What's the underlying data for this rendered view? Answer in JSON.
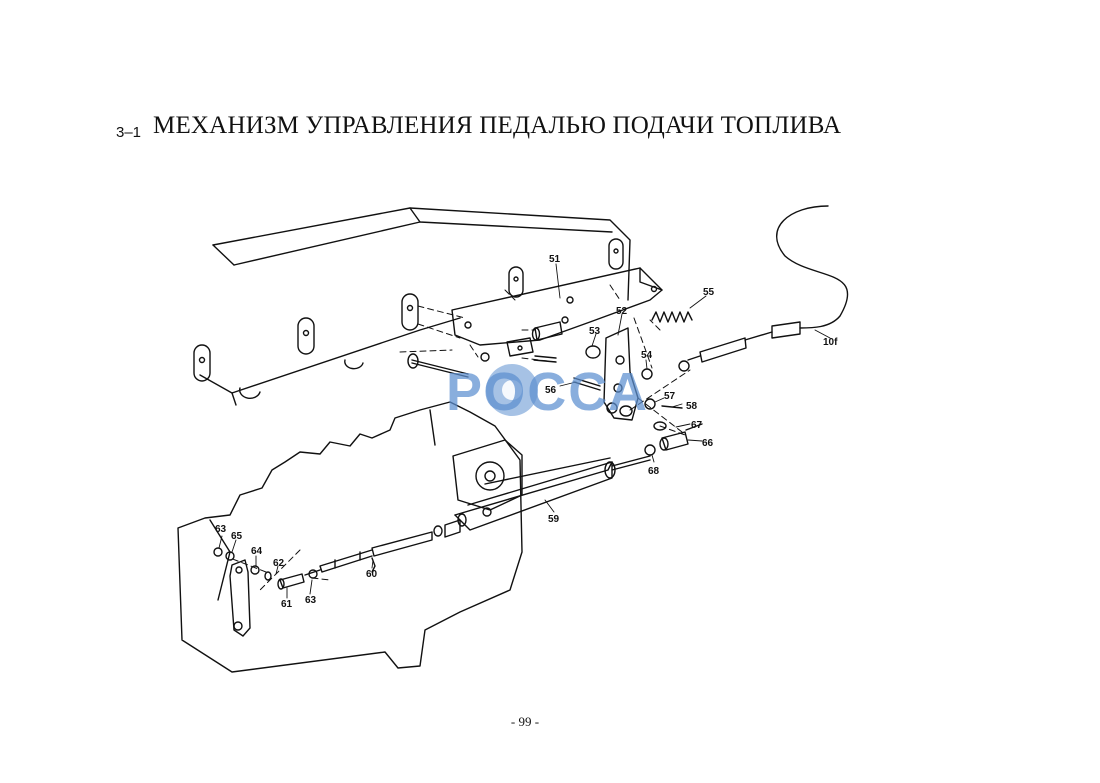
{
  "header": {
    "section_number": "3–1",
    "title": "МЕХАНИЗМ  УПРАВЛЕНИЯ  ПЕДАЛЬЮ ПОДАЧИ ТОПЛИВА"
  },
  "footer": {
    "page_number": "- 99 -"
  },
  "watermark": {
    "text": "РОССА",
    "color": "#5d8fd0"
  },
  "diagram": {
    "part_labels": [
      "51",
      "52",
      "53",
      "54",
      "55",
      "56",
      "57",
      "58",
      "59",
      "60",
      "61",
      "62",
      "63",
      "63",
      "64",
      "65",
      "66",
      "67",
      "68",
      "10f"
    ]
  }
}
